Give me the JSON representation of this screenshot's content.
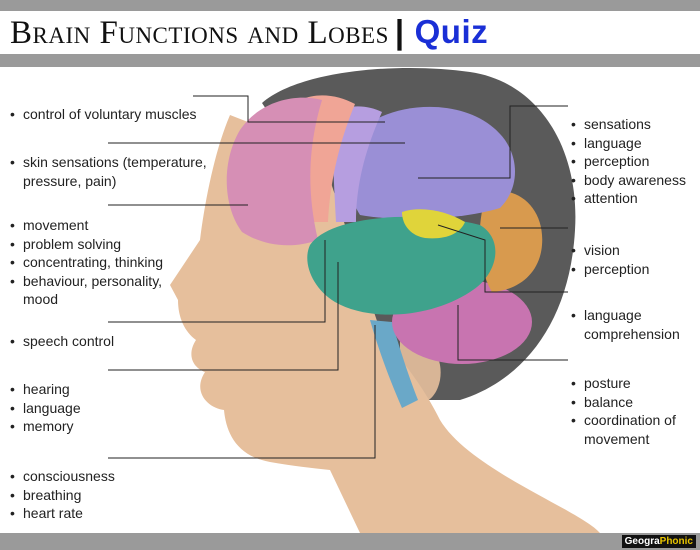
{
  "title": {
    "main": "Brain Functions and Lobes",
    "separator": "|",
    "quiz": "Quiz",
    "quiz_color": "#1a2fd6"
  },
  "logo": {
    "part1": "Geogra",
    "part2": "Phonic"
  },
  "left_labels": [
    [
      "control of voluntary muscles"
    ],
    [
      "skin sensations (temperature, pressure, pain)"
    ],
    [
      "movement",
      "problem solving",
      "concentrating, thinking",
      "behaviour, personality, mood"
    ],
    [
      "speech control"
    ],
    [
      "hearing",
      "language",
      "memory"
    ],
    [
      "consciousness",
      "breathing",
      "heart rate"
    ]
  ],
  "right_labels": [
    [
      "sensations",
      "language",
      "perception",
      "body awareness",
      "attention"
    ],
    [
      "vision",
      "perception"
    ],
    [
      "language comprehension"
    ],
    [
      "posture",
      "balance",
      "coordination of movement"
    ]
  ],
  "colors": {
    "frontal": "#d68fb5",
    "parietal": "#9a8fd6",
    "temporal": "#3fa28c",
    "occipital": "#d89a4e",
    "cerebellum": "#c874b0",
    "motor_strip": "#f0a596",
    "sensory_strip": "#b69ee0",
    "wernicke": "#e0d43a",
    "brainstem": "#6aa8c8",
    "skin": "#e6bf9c",
    "hair": "#5a5a5a"
  }
}
